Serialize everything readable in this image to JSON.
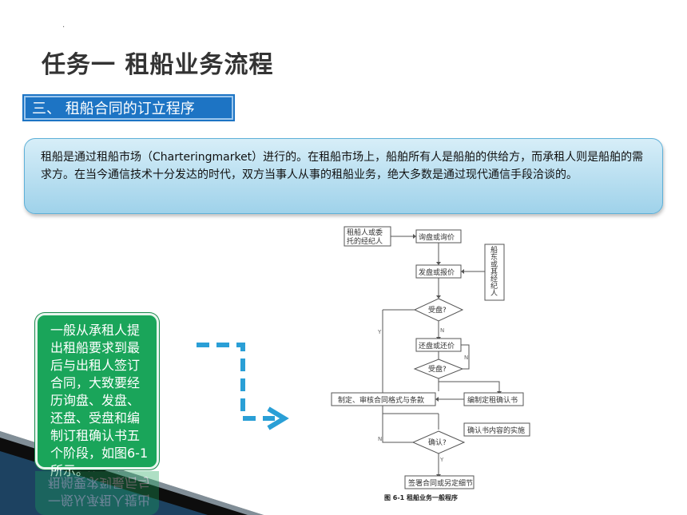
{
  "header": {
    "title": "任务一 租船业务流程",
    "dot": "."
  },
  "section": {
    "label": "三、 租船合同的订立程序"
  },
  "intro": {
    "text": "租船是通过租船市场（Charteringmarket）进行的。在租船市场上，船舶所有人是船舶的供给方，而承租人则是船舶的需求方。在当今通信技术十分发达的时代，双方当事人从事的租船业务，绝大多数是通过现代通信手段洽谈的。"
  },
  "stages_note": {
    "text": "一般从承租人提出租船要求到最后与出租人签订合同，大致要经历询盘、发盘、还盘、受盘和编制订租确认书五个阶段，如图6-1所示。"
  },
  "colors": {
    "title": "#333333",
    "section_bg": "#1d74c4",
    "intro_bg": "#a8d6ec",
    "note_bg": "#1aa55a",
    "arrow": "#2a9fd6"
  },
  "flowchart": {
    "node_charterer": [
      "租船人或委",
      "托的经纪人"
    ],
    "node_inquiry": "询盘或询价",
    "node_owner": [
      "船",
      "东",
      "或",
      "其",
      "经",
      "纪",
      "人"
    ],
    "node_offer": "发盘或报价",
    "decision_accept1": "受盘?",
    "node_counter": "还盘或还价",
    "decision_accept2": "受盘?",
    "node_draft": "制定、审核合同格式与条款",
    "node_fixture": "编制定租确认书",
    "node_implement": "确认书内容的实施",
    "decision_confirm": "确认?",
    "node_sign": "签署合同或另定细节",
    "label_y": "Y",
    "label_n": "N",
    "caption": "图 6-1   租船业务一般程序"
  }
}
